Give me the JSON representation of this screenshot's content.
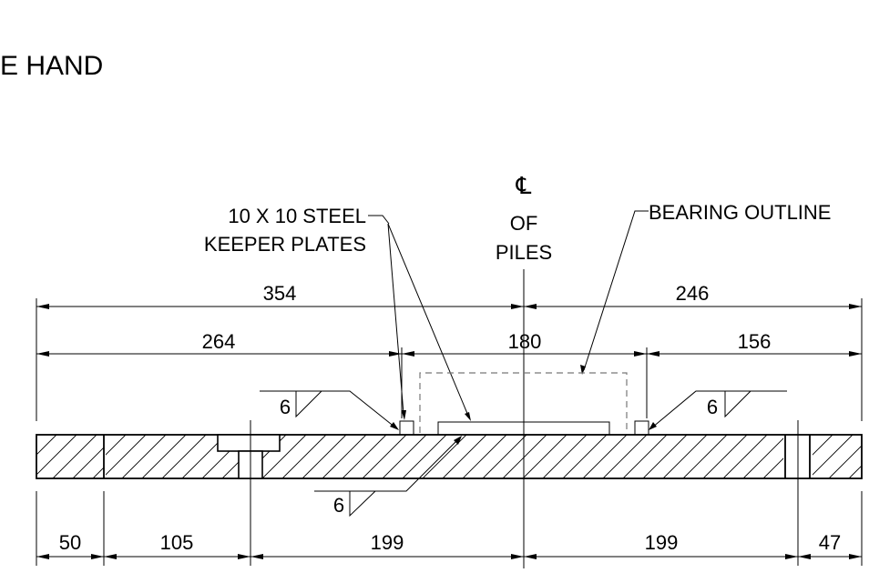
{
  "title": "E HAND",
  "centerline": {
    "symbol": "℄",
    "line1": "OF",
    "line2": "PILES"
  },
  "callouts": {
    "keeper_line1": "10 X 10 STEEL",
    "keeper_line2": "KEEPER PLATES",
    "bearing": "BEARING OUTLINE"
  },
  "dimensions": {
    "top_left": "354",
    "top_right": "246",
    "mid_left": "264",
    "mid_center": "180",
    "mid_right": "156",
    "bot_1": "50",
    "bot_2": "105",
    "bot_3": "199",
    "bot_4": "199",
    "bot_5": "47"
  },
  "welds": {
    "left": "6",
    "right": "6",
    "bottom": "6"
  }
}
